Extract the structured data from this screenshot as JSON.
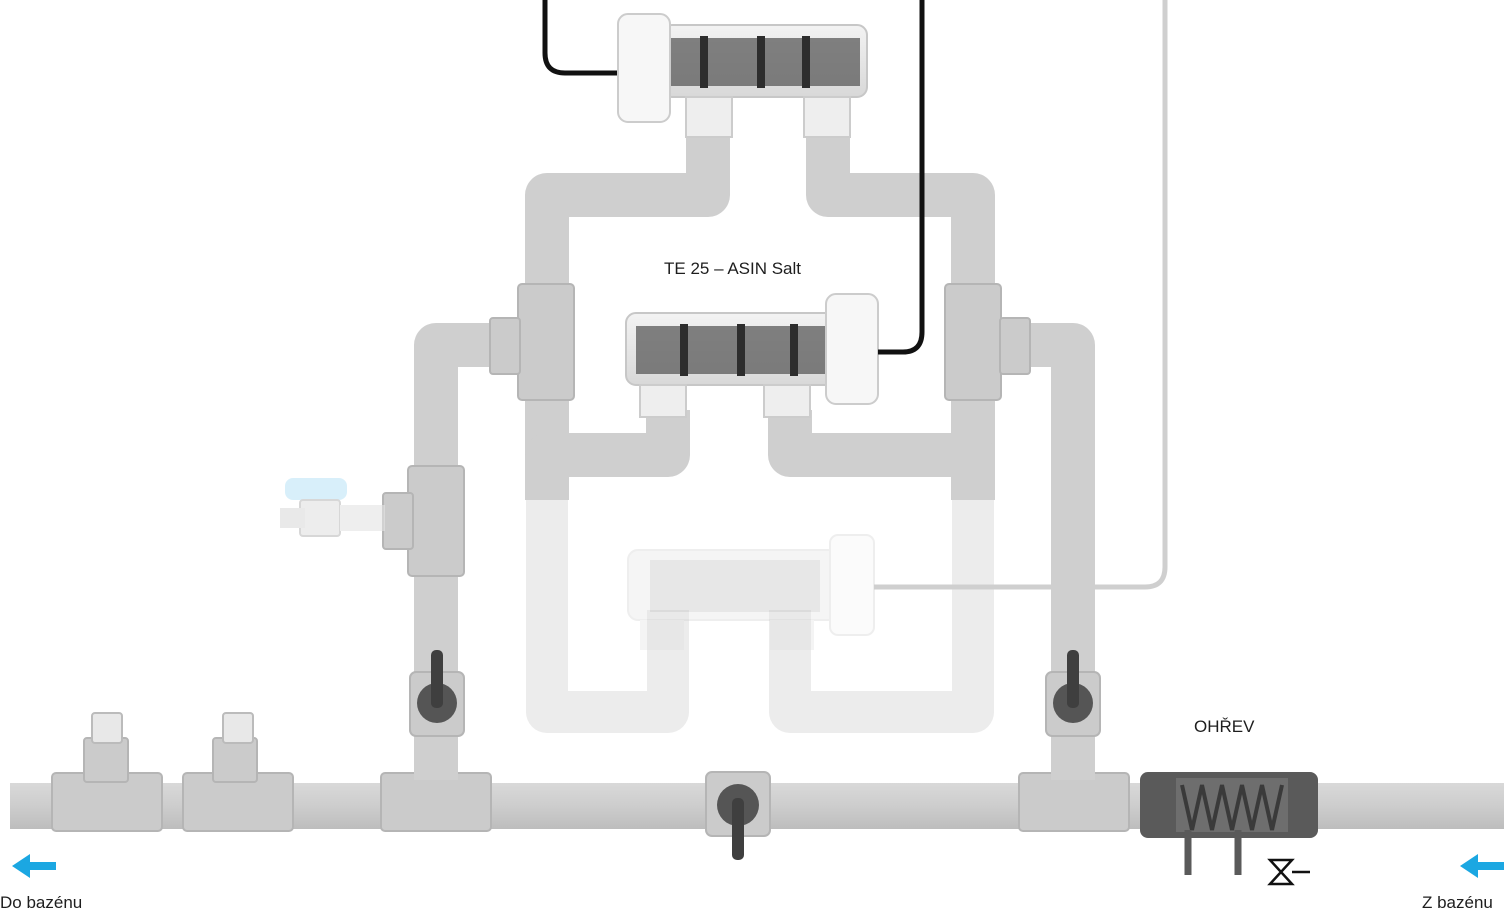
{
  "labels": {
    "model": "TE 25 – ASIN Salt",
    "heater": "OHŘEV",
    "to_pool": "Do bazénu",
    "from_pool": "Z bazénu"
  },
  "colors": {
    "pipe": "#cfcfcf",
    "pipe_edge": "#b9b9b9",
    "pipe_faded": "#ececec",
    "valve_body": "#4b4b4b",
    "flow_arrow": "#1ba7e2",
    "cable_dark": "#111111",
    "cable_light": "#cfcfcf",
    "fitting_blue": "#bfe6f7"
  },
  "icons": {
    "flow_out": "arrow-left-icon",
    "flow_in": "arrow-left-icon"
  }
}
